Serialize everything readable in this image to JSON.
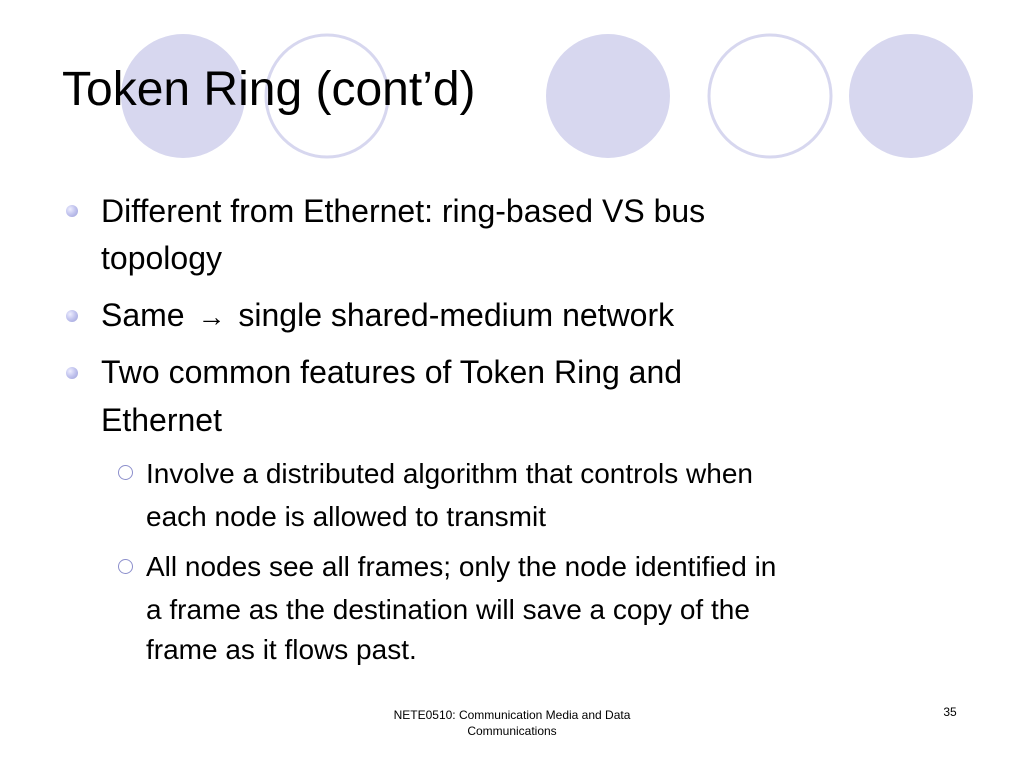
{
  "slide": {
    "title": "Token Ring (cont’d)",
    "bullets": [
      {
        "line1": "Different from Ethernet: ring-based VS bus",
        "line2": "topology"
      },
      {
        "before": "Same",
        "arrow": "→",
        "after": "single shared-medium network"
      },
      {
        "line1": "Two common features of Token Ring and",
        "line2": "Ethernet",
        "subitems": [
          {
            "line1": "Involve a distributed algorithm that controls when",
            "line2": "each node is allowed to transmit"
          },
          {
            "line1": "All nodes see all frames; only the node identified in",
            "line2": "a frame as the destination will save a copy of the",
            "line3": "frame as it flows past."
          }
        ]
      }
    ],
    "footer": {
      "line1": "NETE0510: Communication Media and Data",
      "line2": "Communications"
    },
    "page_number": "35"
  },
  "colors": {
    "circle_fill": "#d7d7ef",
    "circle_outline": "#d7d7ef",
    "bullet": "#b3b5e6"
  }
}
